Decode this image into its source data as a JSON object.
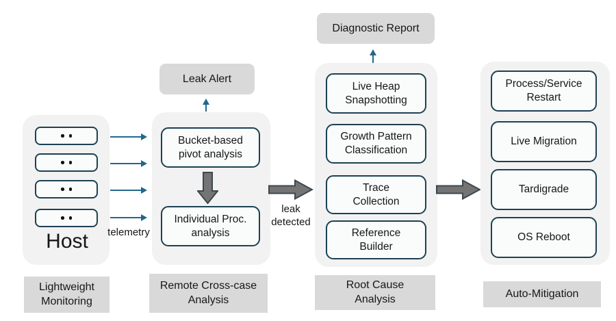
{
  "palette": {
    "teal_arrow": "#21688c",
    "node_border": "#1c4152",
    "stage_bg": "#f2f2f2",
    "gray_box_bg": "#d9d9d9",
    "block_arrow_fill": "#747474",
    "block_arrow_outline": "#3b474e"
  },
  "host_stage": {
    "title": "Host",
    "server_rows": 4,
    "stage_label": "Lightweight\nMonitoring"
  },
  "flow_labels": {
    "telemetry": "telemetry",
    "leak_detected": "leak\ndetected"
  },
  "remote_stage": {
    "output_label": "Leak Alert",
    "nodes": [
      "Bucket-based\npivot analysis",
      "Individual Proc.\nanalysis"
    ],
    "stage_label": "Remote Cross-case\nAnalysis"
  },
  "root_cause_stage": {
    "output_label": "Diagnostic Report",
    "nodes": [
      "Live Heap\nSnapshotting",
      "Growth Pattern\nClassification",
      "Trace\nCollection",
      "Reference\nBuilder"
    ],
    "stage_label": "Root Cause\nAnalysis"
  },
  "mitigation_stage": {
    "nodes": [
      "Process/Service\nRestart",
      "Live Migration",
      "Tardigrade",
      "OS Reboot"
    ],
    "stage_label": "Auto-Mitigation"
  }
}
